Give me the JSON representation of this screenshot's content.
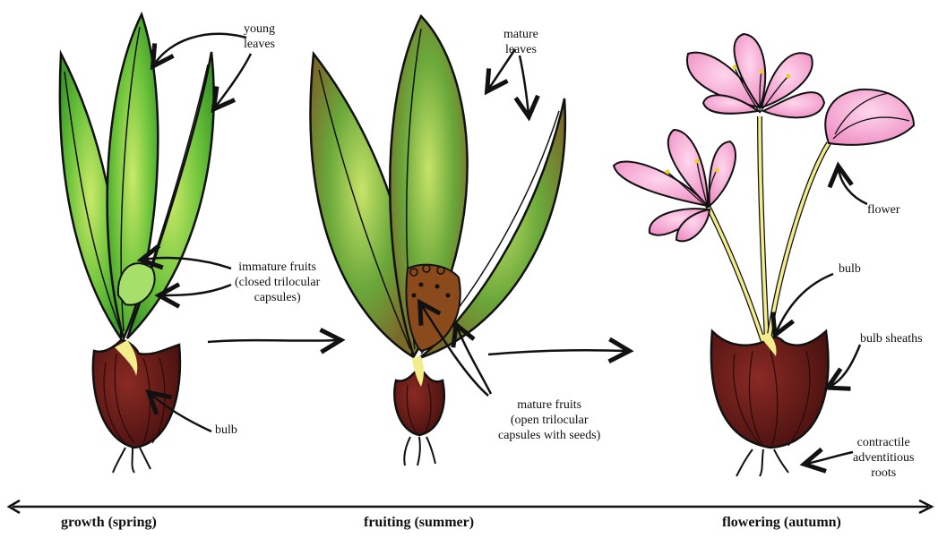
{
  "labels": {
    "young_leaves": [
      "young",
      "leaves"
    ],
    "immature_fruits": [
      "immature fruits",
      "(closed trilocular",
      "capsules)"
    ],
    "bulb_spring": "bulb",
    "mature_leaves": [
      "mature",
      "leaves"
    ],
    "mature_fruits": [
      "mature fruits",
      "(open trilocular",
      "capsules with seeds)"
    ],
    "flower": "flower",
    "bulb_autumn": "bulb",
    "bulb_sheaths": "bulb sheaths",
    "roots": [
      "contractile",
      "adventitious",
      "roots"
    ]
  },
  "stages": {
    "growth": "growth (spring)",
    "fruiting": "fruiting (summer)",
    "flowering": "flowering (autumn)"
  },
  "colors": {
    "leaf_green": "#5cb82e",
    "leaf_light": "#b9e05a",
    "leaf_dark_olive": "#7a8a2a",
    "bulb_brown": "#5b1a16",
    "fruit_brown": "#8a4a1c",
    "petal_pink": "#f2a7cf",
    "stem_yellow": "#f3ec8a",
    "ink": "#111111"
  }
}
